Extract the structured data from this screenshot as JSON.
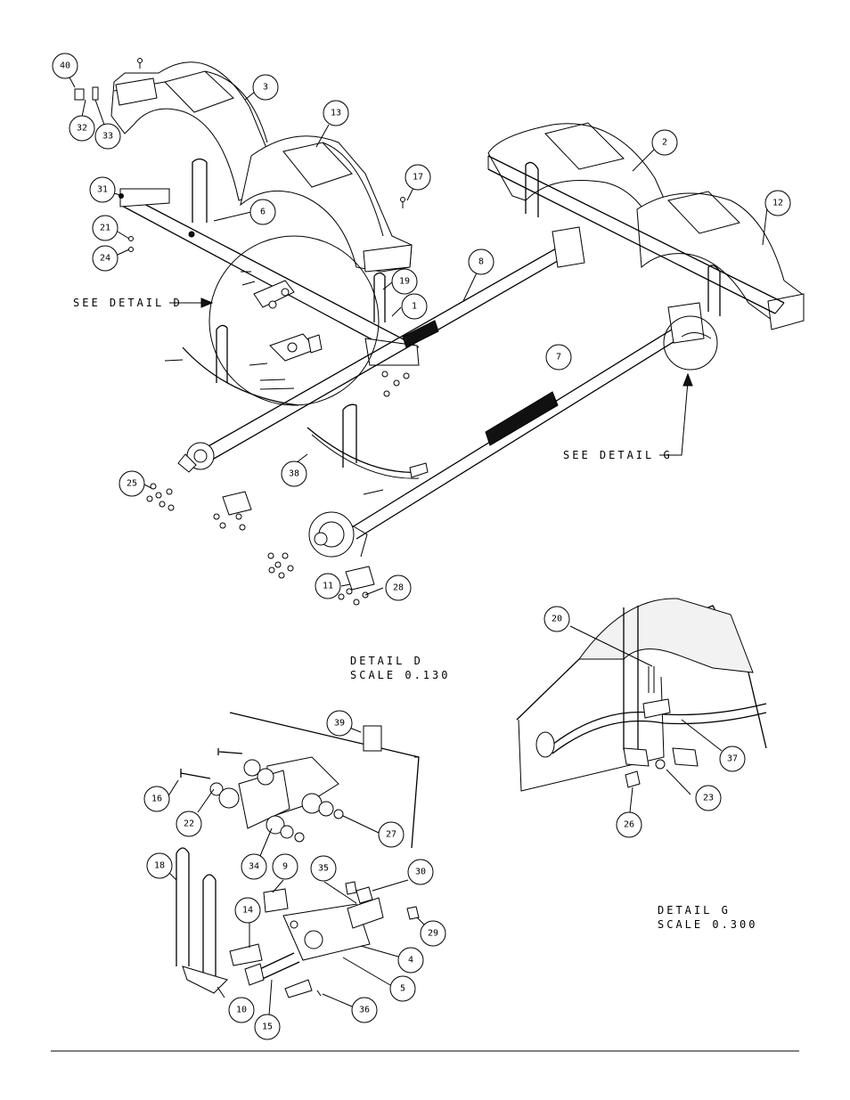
{
  "callouts": [
    {
      "id": "c40",
      "text": "40"
    },
    {
      "id": "c32",
      "text": "32"
    },
    {
      "id": "c33",
      "text": "33"
    },
    {
      "id": "c3",
      "text": "3"
    },
    {
      "id": "c13",
      "text": "13"
    },
    {
      "id": "c2",
      "text": "2"
    },
    {
      "id": "c12",
      "text": "12"
    },
    {
      "id": "c17",
      "text": "17"
    },
    {
      "id": "c31",
      "text": "31"
    },
    {
      "id": "c6",
      "text": "6"
    },
    {
      "id": "c21",
      "text": "21"
    },
    {
      "id": "c24",
      "text": "24"
    },
    {
      "id": "c19",
      "text": "19"
    },
    {
      "id": "c1",
      "text": "1"
    },
    {
      "id": "c8",
      "text": "8"
    },
    {
      "id": "c7",
      "text": "7"
    },
    {
      "id": "c25",
      "text": "25"
    },
    {
      "id": "c38",
      "text": "38"
    },
    {
      "id": "c11",
      "text": "11"
    },
    {
      "id": "c28",
      "text": "28"
    },
    {
      "id": "c20",
      "text": "20"
    },
    {
      "id": "c39",
      "text": "39"
    },
    {
      "id": "c16",
      "text": "16"
    },
    {
      "id": "c22",
      "text": "22"
    },
    {
      "id": "c27",
      "text": "27"
    },
    {
      "id": "c18",
      "text": "18"
    },
    {
      "id": "c34",
      "text": "34"
    },
    {
      "id": "c9",
      "text": "9"
    },
    {
      "id": "c35",
      "text": "35"
    },
    {
      "id": "c30",
      "text": "30"
    },
    {
      "id": "c14",
      "text": "14"
    },
    {
      "id": "c29",
      "text": "29"
    },
    {
      "id": "c4",
      "text": "4"
    },
    {
      "id": "c5",
      "text": "5"
    },
    {
      "id": "c10",
      "text": "10"
    },
    {
      "id": "c15",
      "text": "15"
    },
    {
      "id": "c36",
      "text": "36"
    },
    {
      "id": "c37",
      "text": "37"
    },
    {
      "id": "c23",
      "text": "23"
    },
    {
      "id": "c26",
      "text": "26"
    }
  ],
  "notes": {
    "see_detail_d": "SEE DETAIL  D",
    "see_detail_g": "SEE DETAIL  G",
    "detail_d_title": "DETAIL  D",
    "detail_d_scale": "SCALE  0.130",
    "detail_g_title": "DETAIL  G",
    "detail_g_scale": "SCALE  0.300"
  }
}
